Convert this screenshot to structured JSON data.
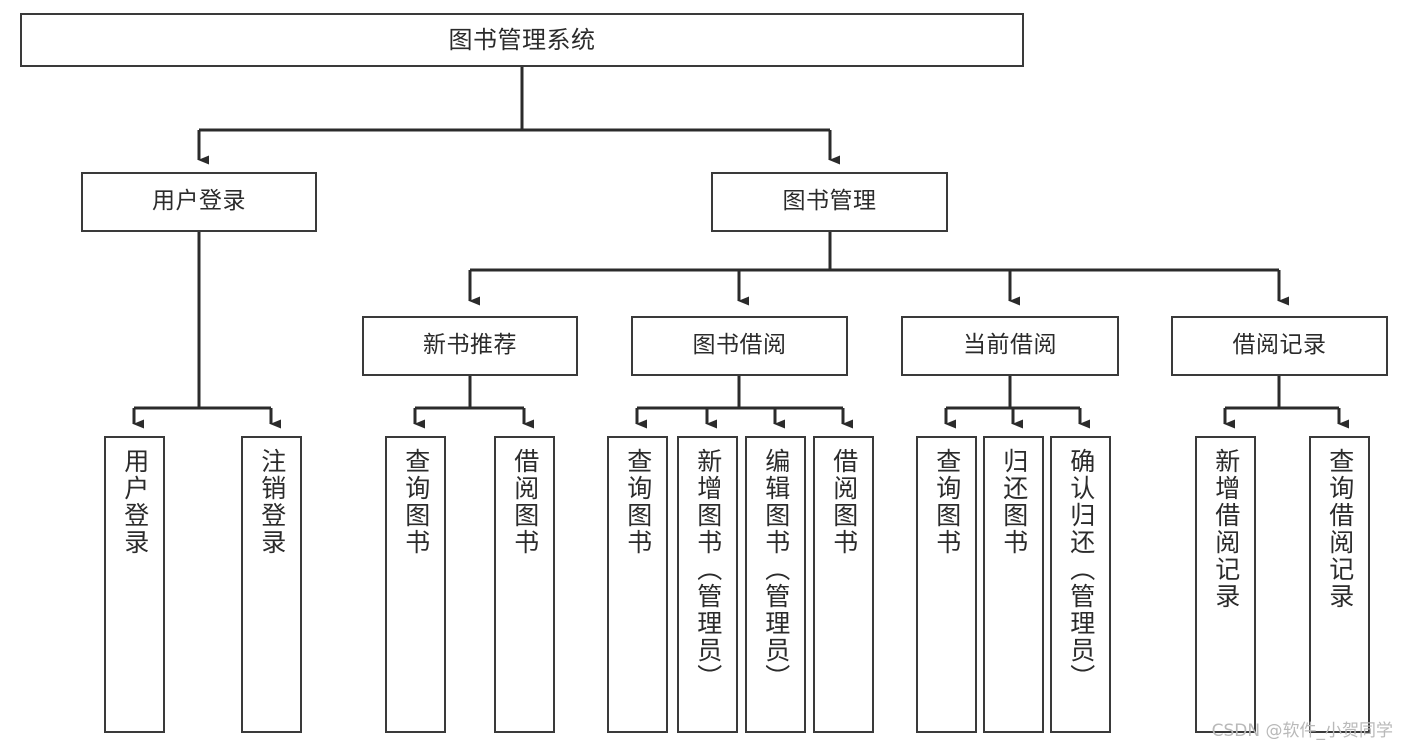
{
  "diagram": {
    "title": "图书管理系统",
    "type": "tree-hierarchy-chart",
    "colors": {
      "box_border": "#3a3a3a",
      "box_fill": "#ffffff",
      "edge": "#2b2b2b",
      "text": "#2b2b2b",
      "watermark": "#b9b9b9",
      "background": "#ffffff"
    },
    "watermark": "CSDN @软件_小贺同学"
  },
  "nodes": {
    "root": {
      "label": "图书管理系统"
    },
    "level2": [
      {
        "id": "user-login",
        "label": "用户登录"
      },
      {
        "id": "book-manage",
        "label": "图书管理"
      }
    ],
    "level3": [
      {
        "id": "new-book-recommend",
        "label": "新书推荐"
      },
      {
        "id": "book-borrow",
        "label": "图书借阅"
      },
      {
        "id": "current-borrow",
        "label": "当前借阅"
      },
      {
        "id": "borrow-record",
        "label": "借阅记录"
      }
    ],
    "leaves": {
      "user_login": [
        {
          "id": "leaf-user-login",
          "label": "用户登录"
        },
        {
          "id": "leaf-logout-login",
          "label": "注销登录"
        }
      ],
      "new_book_recommend": [
        {
          "id": "leaf-query-book-1",
          "label": "查询图书"
        },
        {
          "id": "leaf-borrow-book-1",
          "label": "借阅图书"
        }
      ],
      "book_borrow": [
        {
          "id": "leaf-query-book-2",
          "label": "查询图书"
        },
        {
          "id": "leaf-add-book",
          "label": "新增图书（管理员）"
        },
        {
          "id": "leaf-edit-book",
          "label": "编辑图书（管理员）"
        },
        {
          "id": "leaf-borrow-book-2",
          "label": "借阅图书"
        }
      ],
      "current_borrow": [
        {
          "id": "leaf-query-book-3",
          "label": "查询图书"
        },
        {
          "id": "leaf-return-book",
          "label": "归还图书"
        },
        {
          "id": "leaf-confirm-return",
          "label": "确认归还（管理员）"
        }
      ],
      "borrow_record": [
        {
          "id": "leaf-add-record",
          "label": "新增借阅记录"
        },
        {
          "id": "leaf-query-record",
          "label": "查询借阅记录"
        }
      ]
    }
  }
}
